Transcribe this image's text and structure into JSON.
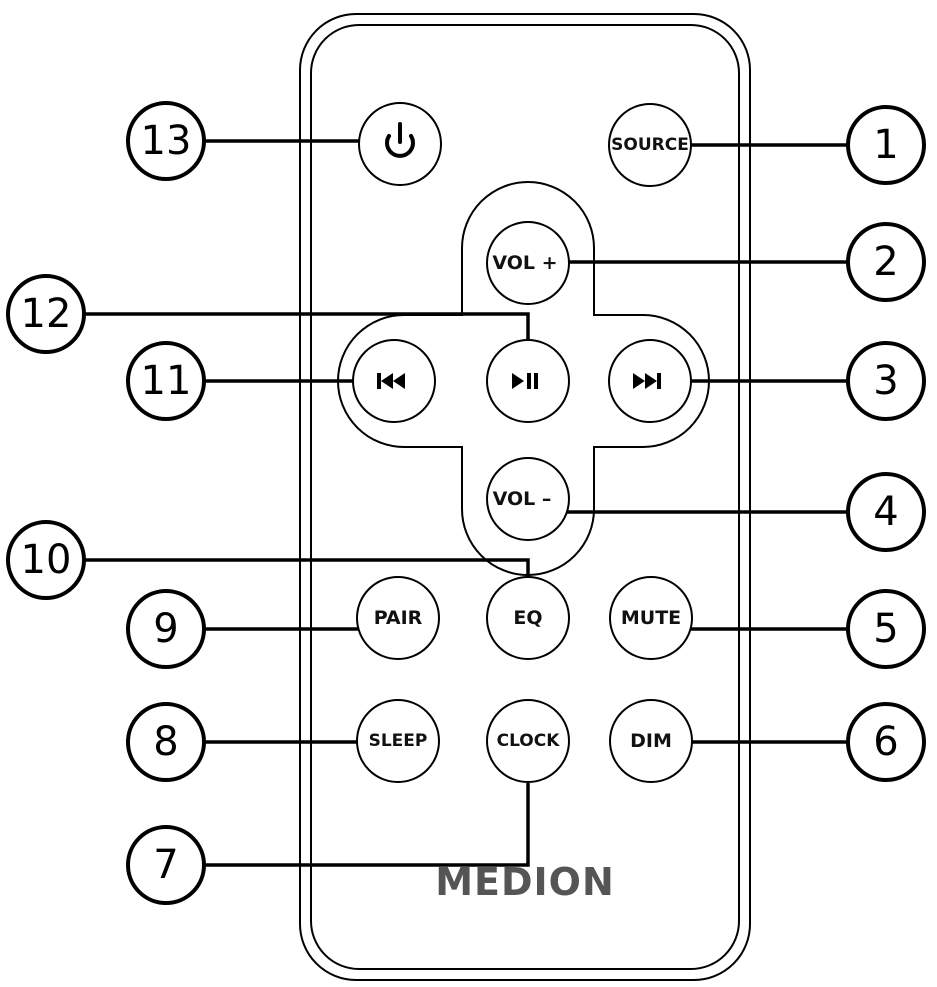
{
  "brand_logo": "MEDION",
  "buttons": {
    "power": {
      "label": "",
      "icon": "power-icon"
    },
    "source": {
      "label": "SOURCE"
    },
    "vol_up": {
      "label": "VOL +"
    },
    "play_pause": {
      "label": "",
      "icon": "play-pause-icon"
    },
    "prev": {
      "label": "",
      "icon": "skip-previous-icon"
    },
    "next": {
      "label": "",
      "icon": "skip-next-icon"
    },
    "vol_down": {
      "label": "VOL –"
    },
    "pair": {
      "label": "PAIR"
    },
    "eq": {
      "label": "EQ"
    },
    "mute": {
      "label": "MUTE"
    },
    "sleep": {
      "label": "SLEEP"
    },
    "clock": {
      "label": "CLOCK"
    },
    "dim": {
      "label": "DIM"
    }
  },
  "callouts": {
    "c1": "1",
    "c2": "2",
    "c3": "3",
    "c4": "4",
    "c5": "5",
    "c6": "6",
    "c7": "7",
    "c8": "8",
    "c9": "9",
    "c10": "10",
    "c11": "11",
    "c12": "12",
    "c13": "13"
  }
}
